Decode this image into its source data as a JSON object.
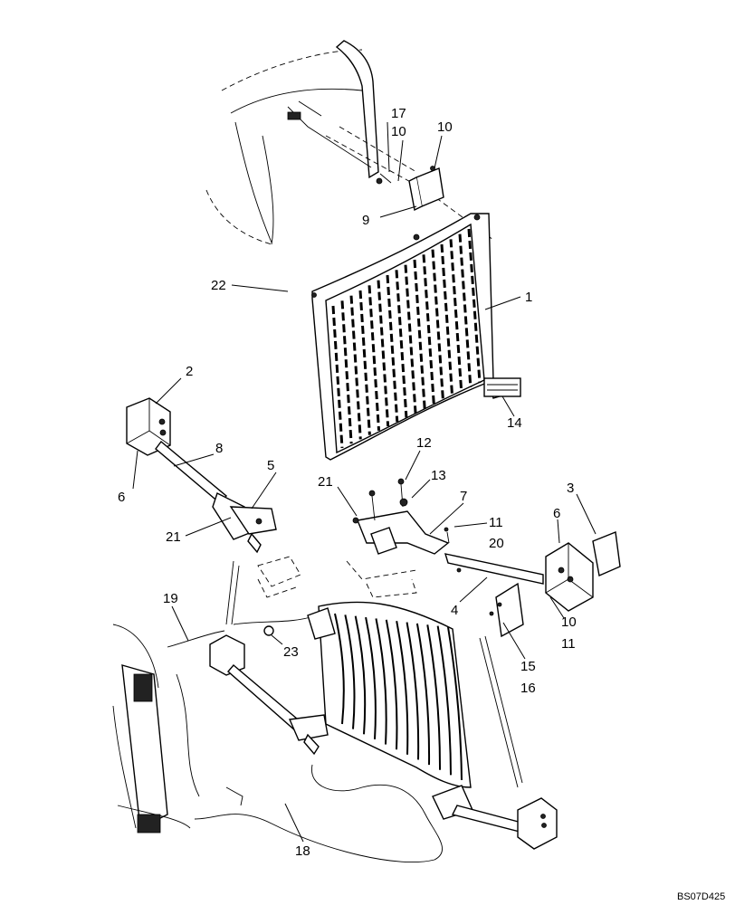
{
  "diagram_code": "BS07D425",
  "callouts": {
    "c1": "1",
    "c2": "2",
    "c3": "3",
    "c4": "4",
    "c5": "5",
    "c6a": "6",
    "c6b": "6",
    "c7": "7",
    "c8": "8",
    "c9": "9",
    "c10a": "10",
    "c10b": "10",
    "c10c": "10",
    "c11a": "11",
    "c11b": "11",
    "c12": "12",
    "c13": "13",
    "c14": "14",
    "c15": "15",
    "c16": "16",
    "c17": "17",
    "c18": "18",
    "c19": "19",
    "c20": "20",
    "c21a": "21",
    "c21b": "21",
    "c22": "22",
    "c23": "23"
  }
}
